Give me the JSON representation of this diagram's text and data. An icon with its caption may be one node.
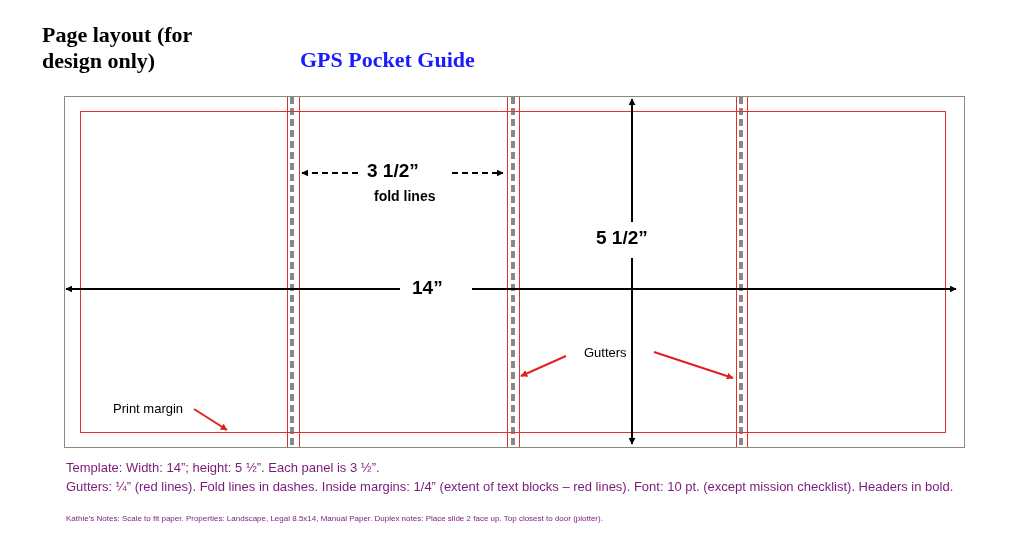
{
  "diagram": {
    "title": "Page layout (for design only)",
    "nodes": [
      {
        "text": [
          "Print margin"
        ],
        "in": 1
      },
      {
        "text": [],
        "shape": "box"
      },
      {
        "text": [
          "Gutters"
        ],
        "in": 1
      },
      {
        "text": [],
        "shape": "bar"
      },
      {
        "text": [],
        "shape": "bar"
      }
    ],
    "edges": [
      {
        "from": 0,
        "to": 1,
        "arrow": "to"
      },
      {
        "from": 2,
        "to": 3,
        "arrow": "to"
      },
      {
        "from": 2,
        "to": 4,
        "arrow": "to"
      }
    ],
    "labels": [
      "GPS Pocket Guide",
      "3 1/2”",
      "fold lines",
      "5 1/2”",
      "14”",
      "Template:  Width: 14”; height: 5 ½”. Each panel is 3 ½”.",
      "Gutters: ¼” (red lines). Fold lines in dashes. Inside margins: 1/4” (extent of text blocks – red lines). Font: 10 pt. (except mission checklist). Headers in bold.",
      "Kathie’s Notes: Scale to fit paper.  Properties: Landscape, Legal 8.5x14, Manual Paper. Duplex notes: Place slide 2 face up.  Top closest to door (plotter)."
    ]
  }
}
